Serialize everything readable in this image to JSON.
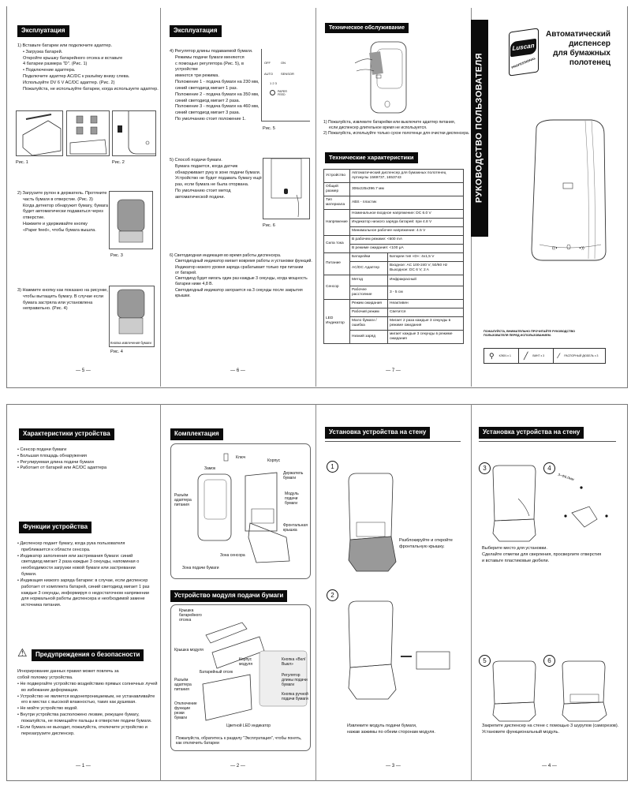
{
  "page5": {
    "header": "Эксплуатация",
    "lines": [
      "1) Вставьте батареи или подключите адаптер.",
      "• Загрузка батарей.",
      "Откройте крышку батарейного отсека и вставьте",
      "4 батареи размера \"D\". (Рис. 1)",
      "• Подключение адаптера.",
      "Подключите адаптер AC/DC к разъёму внизу слева.",
      "Используйте DV 6 V AC/DC адаптер. (Рис. 2)",
      "Пожалуйста, не используйте батареи, когда используете адаптер."
    ],
    "fig1": "Рис. 1",
    "fig2": "Рис. 2",
    "step2": [
      "2) Загрузите рулон в держатель. Протяните",
      "часть бумаги в отверстие. (Рис. 3)",
      "Когда детектор обнаружит бумагу, бумага",
      "будет автоматически подаваться через",
      "отверстие.",
      "Нажмите и удерживайте кнопку",
      "«Paper feed», чтобы бумага вышла."
    ],
    "fig3": "Рис. 3",
    "step3": [
      "3) Нажмите кнопку как показано на рисунке,",
      "чтобы вытащить бумагу. В случае если",
      "бумага застряла или установлена",
      "неправильно. (Рис. 4)"
    ],
    "fig4_label": "Кнопка извлечения бумаги",
    "fig4": "Рис. 4",
    "page": "— 5 —"
  },
  "page6": {
    "header": "Эксплуатация",
    "step4": [
      "4) Регулятор длины подаваемой бумаги.",
      "Режимы подачи бумаги меняются",
      "с помощью регулятора (Рис. 5), в устройстве",
      "имеются три режима.",
      "Положение 1 - подача бумаги на 230 мм,",
      "синий светодиод мигает 1 раз.",
      "Положение 2 - подача бумаги на 350 мм,",
      "синий светодиод мигает 2 раза.",
      "Положение 3 - подача бумаги на 460 мм,",
      "синий светодиод мигает 3 раза.",
      "По умолчанию стоит положение 1."
    ],
    "fig5_labels": [
      "OFF",
      "ON",
      "AUTO",
      "SENSOR",
      "1 2 3",
      "PAPER FEED"
    ],
    "fig5": "Рис. 5",
    "step5": [
      "5) Способ подачи бумаги.",
      "Бумага подается, когда датчик",
      "обнаруживает руку в зоне подачи бумаги.",
      "Устройство не будет подавать бумагу ещё",
      "раз, если бумага не была оторвана.",
      "По умолчанию стоит метод",
      "автоматической подачи."
    ],
    "fig6": "Рис. 6",
    "step6": [
      "6) Светодиодная индикация во время работы диспенсера.",
      "Светодиодный индикатор мигает вовремя работы и установки функций.",
      "Индикатор низкого уровня заряда срабатывает только при питании",
      "от батарей.",
      "Светодиод будет мигать один раз каждые 3 секунды, когда мощность",
      "батареи ниже 4,8 В.",
      "Светодиодный индикатор загорается на 3 секунды после закрытия крышки."
    ],
    "page": "— 6 —"
  },
  "page7": {
    "header": "Техническое обслуживание",
    "notes": [
      "1) Пожалуйста, извлеките батарейки или выключите адаптер питания,",
      "если диспенсер длительное время не используется.",
      "2) Пожалуйста, используйте только сухое полотенце для очистки диспенсера."
    ],
    "spec_header": "Технические характеристики",
    "spec": {
      "device_k": "Устройство",
      "device_v": "Автоматический диспенсер для бумажных полотенец",
      "device_v2": "Артикулы 1569737, 1653743",
      "size_k": "Общий размер",
      "size_v": "306x225x396.7 мм",
      "mat_k": "Тип материала",
      "mat_v": "ABS - пластик",
      "volt_k": "Напряжение",
      "volt_1": "Номинальное входное напряжение: DC 6.0 V",
      "volt_2": "Индикатор низкого заряда батарей: при 4.8 V",
      "volt_3": "Минимальное рабочее напряжение: 4.5 V",
      "cur_k": "Сила тока",
      "cur_1": "В рабочем режиме: <600 mA",
      "cur_2": "В режиме ожидания: <100 μA",
      "pow_k": "Питание",
      "pow_1k": "Батарейки",
      "pow_1v": "Батареи тип «D»: 4x1,5 V",
      "pow_2k": "AC/DC Адаптер",
      "pow_2v": "Входное: AC 100-240 V;  50/60 Hz",
      "pow_2v2": "Выходное: DC 6 V; 2 A",
      "sen_k": "Сенсор",
      "sen_1k": "Метод",
      "sen_1v": "Инфракрасный",
      "sen_2k": "Рабочее расстояние",
      "sen_2v": "3 - 5 см",
      "led_k": "LED Индикатор",
      "led_1k": "Режим ожидания",
      "led_1v": "Неактивен",
      "led_2k": "Рабочий режим",
      "led_2v": "Светится",
      "led_3k": "Мало бумаги / ошибка",
      "led_3v": "Мигает 2 раза каждые 3 секунды в режиме ожидания",
      "led_4k": "Низкий заряд",
      "led_4v": "мигает каждые 3 секунды в режиме ожидания"
    },
    "page": "— 7 —"
  },
  "cover": {
    "band": "РУКОВОДСТВО ПОЛЬЗОВАТЕЛЯ",
    "logo": "Luscan",
    "logo_sub": "PROFESSIONAL",
    "title": [
      "Автоматический",
      "диспенсер",
      "для бумажных",
      "полотенец"
    ],
    "note": [
      "ПОЖАЛУЙСТА, ВНИМАТЕЛЬНО ПРОЧИТАЙТЕ РУКОВОДСТВО",
      "ПОЛЬЗОВАТЕЛЯ ПЕРЕД ИСПОЛЬЗОВАНИЕМ."
    ],
    "acc": [
      "КЛЮЧ x 1",
      "ВИНТ x 3",
      "РАСПОРНЫЙ ДЮБЕЛЬ x 3"
    ]
  },
  "page1": {
    "header1": "Характеристики устройства",
    "features": [
      "Сенсор подачи бумаги",
      "Большая площадь обнаружения",
      "Регулируемая длина подачи бумаги",
      "Работает от батарей или AC/DC адаптера"
    ],
    "header2": "Функции устройства",
    "functions": [
      "Диспенсер подает бумагу, когда рука пользователя приближается к области сенсора.",
      "Индикатор заполнения или застревания бумаги: синий светодиод мигает 2 раза каждые 3 секунды, напоминая о необходимости загрузки новой бумаги или застревании бумаги.",
      "Индикация низкого заряда батареи:  в случае, если диспенсер работает от комплекта батарей, синий светодиод мигает 1 раз каждые 3 секунды, информируя о недостаточном напряжении для нормальной работы диспенсера и необходимой замене источника питания."
    ],
    "header3": "Предупреждения о безопасности",
    "intro": "Игнорирование данных правил может повлечь за собой поломку устройства.",
    "warnings": [
      "Не подвергайте устройство воздействию прямых солнечных лучей во избежание деформации.",
      "Устройство не является водонепроницаемым, не устанавливайте его в местах с высокой влажностью, таких как душевая.",
      "Не мойте устройство водой.",
      "Внутри устройства расположено лезвие, режущее бумагу, пожалуйста, не помещайте пальцы в отверстие подачи бумаги.",
      "Если бумага не выходит, пожалуйста, отключите устройство и перезагрузите диспенсер."
    ],
    "page": "— 1 —"
  },
  "page2": {
    "header1": "Комплектация",
    "labels1": [
      "Ключ",
      "Корпус",
      "Замок",
      "Держатель бумаги",
      "Модуль подачи бумаги",
      "Разъём адаптера питания",
      "Фронтальная крышка",
      "Зона сенсора",
      "Зона подачи бумаги"
    ],
    "header2": "Устройство модуля подачи бумаги",
    "labels2": [
      "Крышка батарейного отсека",
      "Крышка модуля",
      "Корпус модуля",
      "Кнопка «Вкл/Выкл»",
      "Батарейный отсек",
      "Регулятор длины подачи бумаги",
      "Разъём адаптера питания",
      "Кнопка ручной подачи бумаги",
      "Отключение функции резки бумаги",
      "Цветной LED индикатор"
    ],
    "note": "Пожалуйста, обратитесь к разделу \"Эксплуатация\", чтобы понять, как отключить батареи",
    "page": "— 2 —"
  },
  "page3": {
    "header": "Установка устройства на стену",
    "n1": "1",
    "n2": "2",
    "cap1": [
      "Разблокируйте и откройте",
      "фронтальную крышку."
    ],
    "cap2": [
      "Извлеките модуль подачи бумаги,",
      "нажав зажимы по обеим сторонам модуля."
    ],
    "page": "— 3 —"
  },
  "page4": {
    "header": "Установка устройства на стену",
    "n3": "3",
    "n4": "4",
    "n5": "5",
    "n6": "6",
    "drill": "3~Φ6.0мм",
    "cap1": [
      "Выберите место для установки.",
      "Сделайте отметки для сверления, просверлите отверстия",
      "и вставьте пластиковые дюбели."
    ],
    "cap2": [
      "Закрепите диспенсер на стене с помощью 3 шурупов (саморезов).",
      "Установите функциональный модуль."
    ],
    "page": "— 4 —"
  }
}
